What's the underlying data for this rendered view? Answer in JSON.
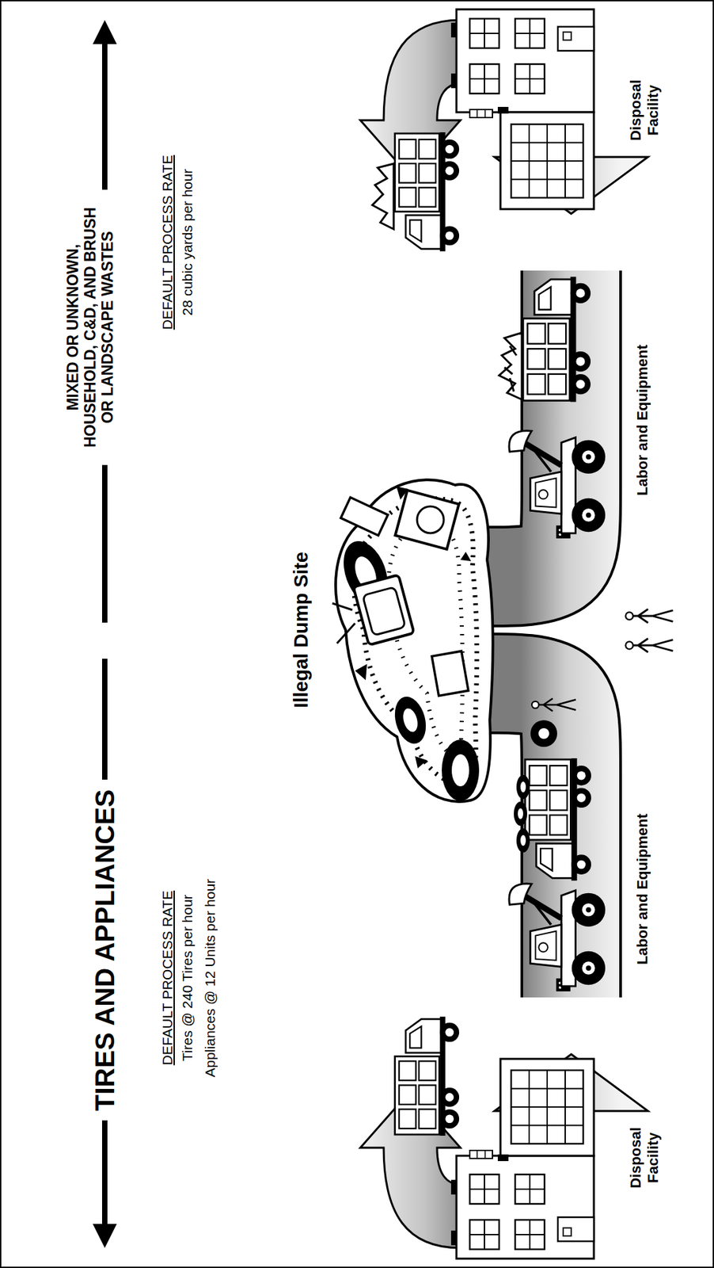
{
  "diagram": {
    "nodes": [
      {
        "text": [
          "Disposal Facility"
        ]
      },
      {
        "text": [
          "Illegal Dump Site"
        ]
      },
      {
        "text": [
          "Disposal Facility"
        ]
      }
    ],
    "edges": [
      {
        "from": 1,
        "to": 0,
        "arrow": "to",
        "label": "Labor and Equipment"
      },
      {
        "from": 1,
        "to": 2,
        "arrow": "to",
        "label": "Labor and Equipment"
      }
    ],
    "labels": [
      "TIRES AND APPLIANCES",
      "MIXED OR UNKNOWN, HOUSEHOLD, C&D, AND BRUSH OR LANDSCAPE WASTES",
      "DEFAULT PROCESS RATE",
      "Tires @ 240 Tires per hour",
      "Appliances @ 12 Units per hour",
      "DEFAULT PROCESS RATE",
      "28 cubic yards per hour"
    ]
  }
}
